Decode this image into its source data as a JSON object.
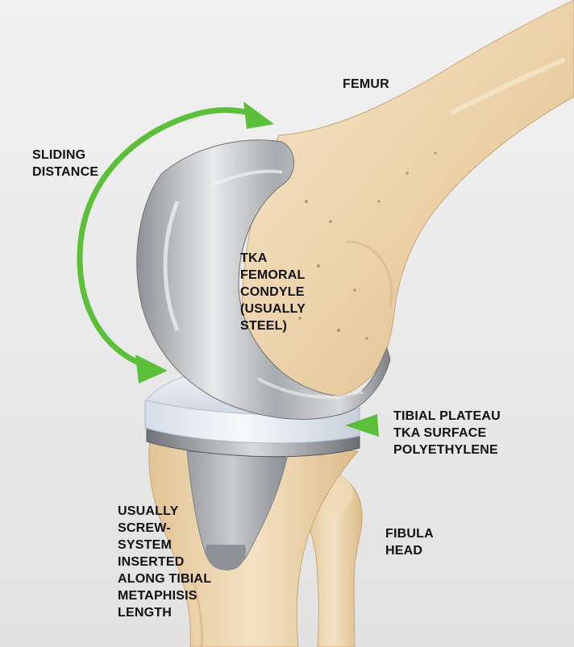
{
  "labels": {
    "femur": "FEMUR",
    "sliding_distance": [
      "SLIDING",
      "DISTANCE"
    ],
    "femoral_condyle": [
      "TKA",
      "FEMORAL",
      "CONDYLE",
      "(USUALLY",
      "STEEL)"
    ],
    "tibial_plateau": [
      "TIBIAL PLATEAU",
      "TKA SURFACE",
      "POLYETHYLENE"
    ],
    "fibula_head": [
      "FIBULA",
      "HEAD"
    ],
    "screw_system": [
      "USUALLY",
      "SCREW-",
      "SYSTEM",
      "INSERTED",
      "ALONG TIBIAL",
      "METAPHISIS",
      "LENGTH"
    ]
  },
  "colors": {
    "background": "#e9e9e9",
    "bone": "#ecd3ad",
    "metal": "#b9bcc0",
    "polyethylene": "#dde4ee",
    "arrow": "#5cbf3a",
    "text": "#111111"
  }
}
